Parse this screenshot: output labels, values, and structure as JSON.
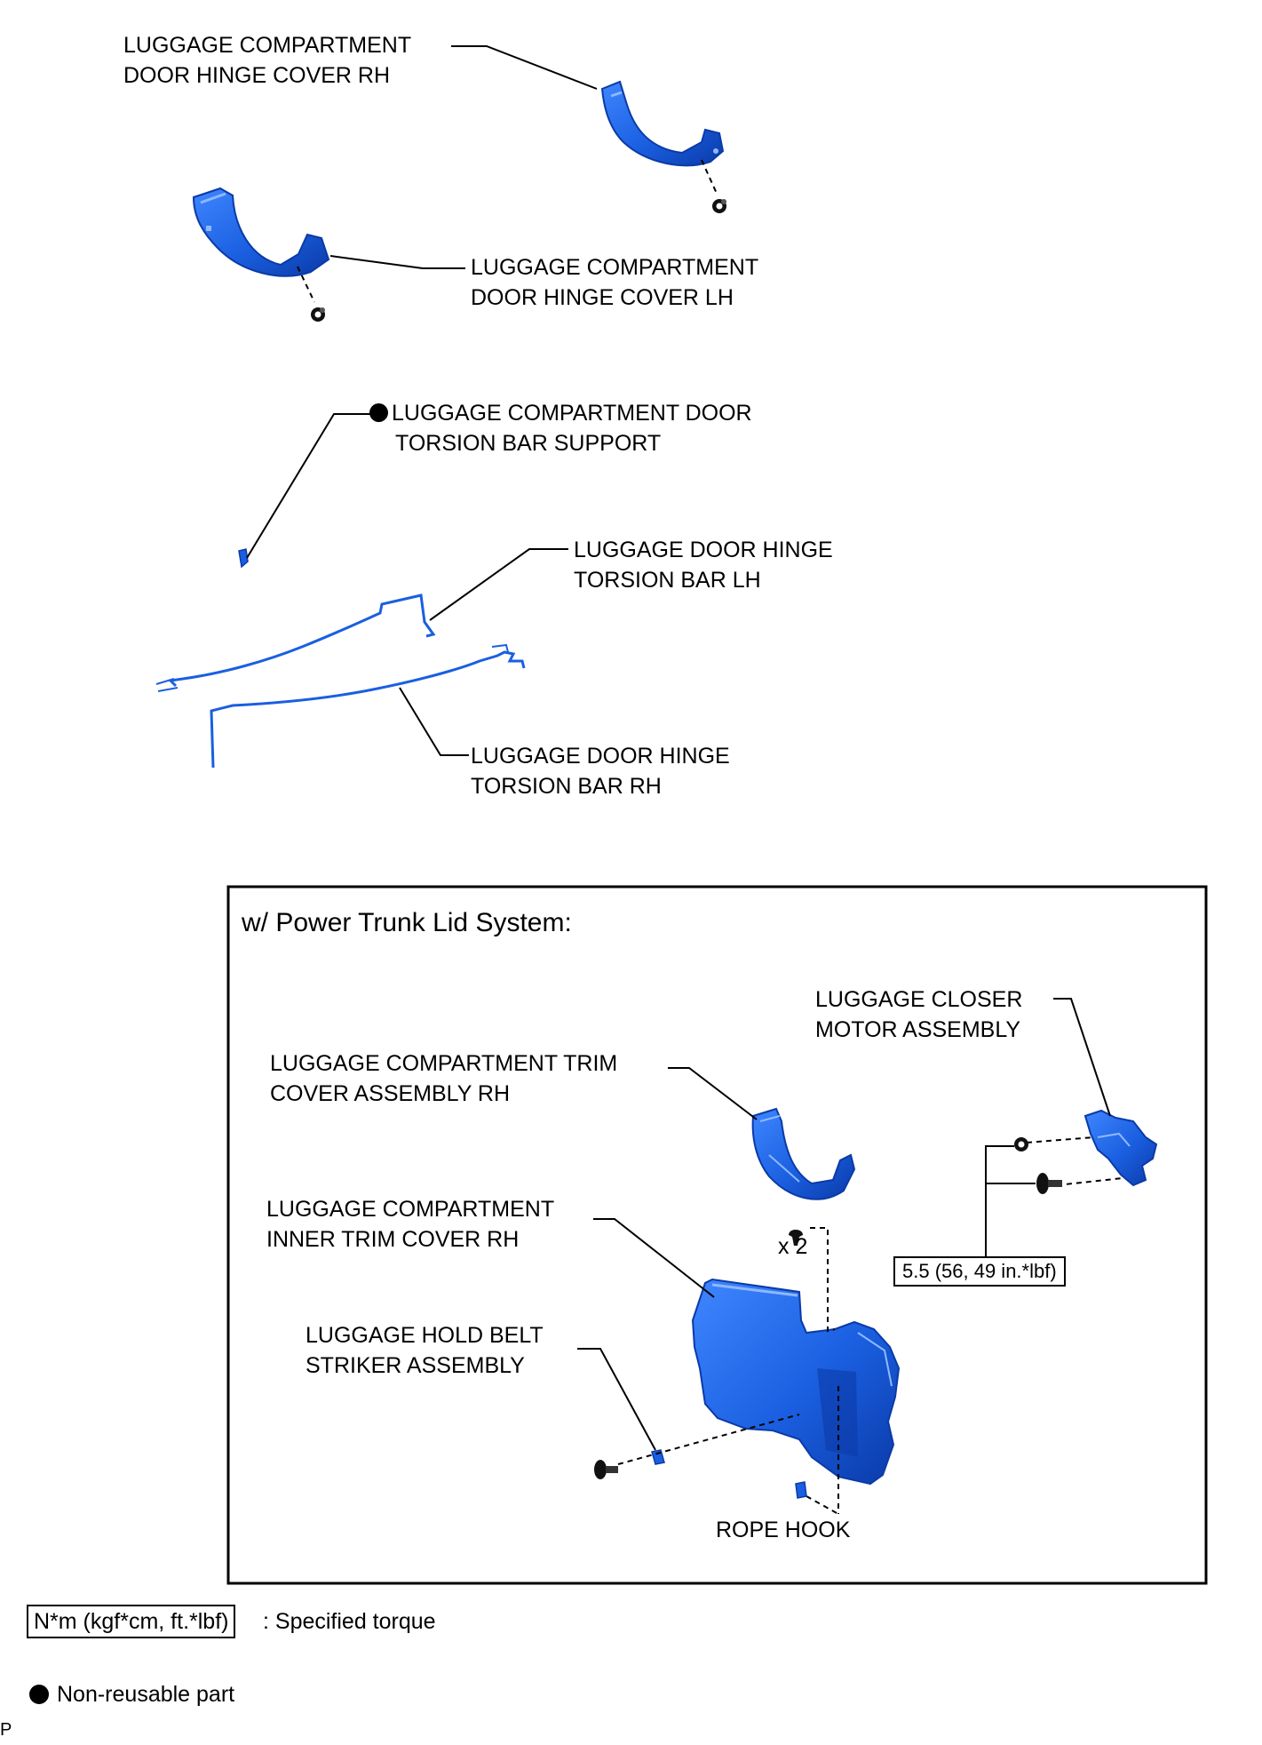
{
  "labels": {
    "hinge_cover_rh": [
      "LUGGAGE COMPARTMENT",
      "DOOR HINGE COVER RH"
    ],
    "hinge_cover_lh": [
      "LUGGAGE COMPARTMENT",
      "DOOR HINGE COVER LH"
    ],
    "torsion_bar_support": [
      "LUGGAGE COMPARTMENT DOOR",
      "TORSION BAR SUPPORT"
    ],
    "torsion_bar_lh": [
      "LUGGAGE DOOR HINGE",
      "TORSION BAR LH"
    ],
    "torsion_bar_rh": [
      "LUGGAGE DOOR HINGE",
      "TORSION BAR RH"
    ],
    "closer_motor": [
      "LUGGAGE CLOSER",
      "MOTOR ASSEMBLY"
    ],
    "trim_cover_rh": [
      "LUGGAGE COMPARTMENT TRIM",
      "COVER ASSEMBLY RH"
    ],
    "inner_trim_cover_rh": [
      "LUGGAGE COMPARTMENT",
      "INNER TRIM COVER RH"
    ],
    "hold_belt_striker": [
      "LUGGAGE HOLD BELT",
      "STRIKER ASSEMBLY"
    ],
    "rope_hook": "ROPE HOOK"
  },
  "power_trunk_box_title": "w/ Power Trunk Lid System:",
  "clip_quantity": "x 2",
  "torque_spec": "5.5 (56, 49 in.*lbf)",
  "legend": {
    "torque_unit": "N*m (kgf*cm, ft.*lbf)",
    "torque_text": ": Specified torque",
    "non_reusable_text": "Non-reusable part"
  },
  "corner_mark": "P",
  "colors": {
    "part": "#1a5fe0",
    "part_dark": "#0b3aa8",
    "line": "#000000"
  },
  "icons": [
    "non-reusable-dot-icon",
    "bolt-icon",
    "clip-icon",
    "nut-icon"
  ]
}
